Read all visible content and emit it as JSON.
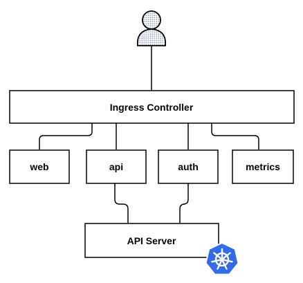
{
  "diagram": {
    "nodes": {
      "ingress": "Ingress Controller",
      "web": "web",
      "api": "api",
      "auth": "auth",
      "metrics": "metrics",
      "api_server": "API Server"
    },
    "icons": {
      "user": "user-icon",
      "kubernetes": "kubernetes-icon"
    },
    "colors": {
      "stroke": "#000000",
      "user_fill": "#dfe6f7",
      "kubernetes": "#326ce5"
    }
  }
}
